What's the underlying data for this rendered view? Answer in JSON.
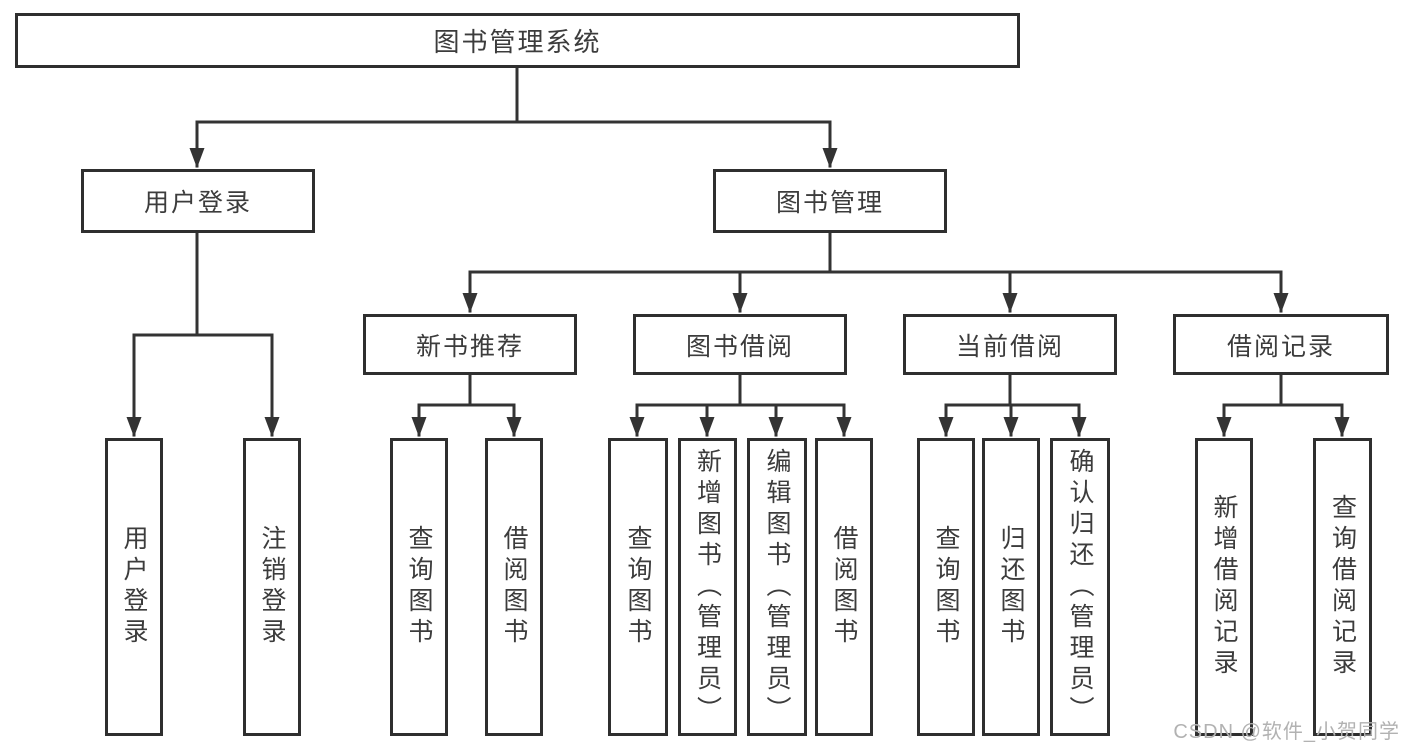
{
  "diagram": {
    "root": "图书管理系统",
    "branches": [
      {
        "label": "用户登录",
        "children": [
          "用户登录",
          "注销登录"
        ]
      },
      {
        "label": "图书管理",
        "children": [
          {
            "label": "新书推荐",
            "children": [
              "查询图书",
              "借阅图书"
            ]
          },
          {
            "label": "图书借阅",
            "children": [
              "查询图书",
              "新增图书（管理员）",
              "编辑图书（管理员）",
              "借阅图书"
            ]
          },
          {
            "label": "当前借阅",
            "children": [
              "查询图书",
              "归还图书",
              "确认归还（管理员）"
            ]
          },
          {
            "label": "借阅记录",
            "children": [
              "新增借阅记录",
              "查询借阅记录"
            ]
          }
        ]
      }
    ]
  },
  "watermark": {
    "text": "CSDN @软件_小贺同学"
  },
  "colors": {
    "line": "#333333",
    "box_border": "#2f2f2f",
    "box_fill": "#ffffff",
    "text": "#3c3c3c",
    "watermark": "#b2b2b2",
    "background": "#ffffff"
  }
}
